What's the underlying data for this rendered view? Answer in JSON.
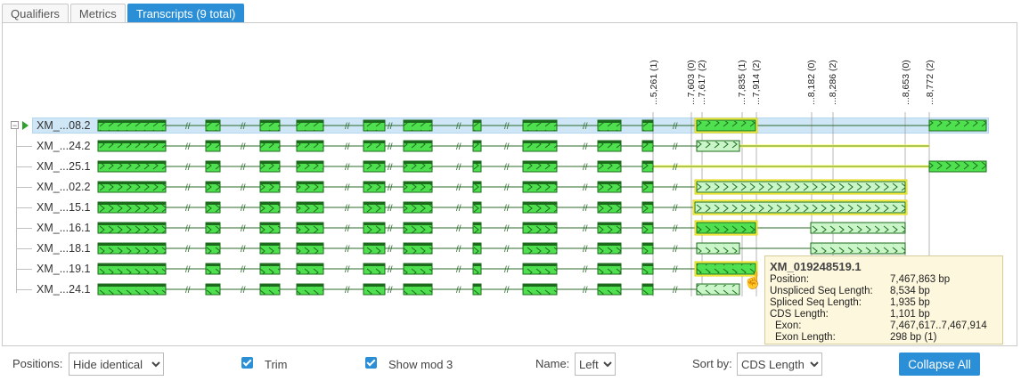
{
  "tabs": [
    {
      "label": "Qualifiers",
      "active": false
    },
    {
      "label": "Metrics",
      "active": false
    },
    {
      "label": "Transcripts (9 total)",
      "active": true
    }
  ],
  "position_labels": [
    {
      "text": "...5,261 (1)"
    },
    {
      "text": "...7,603 (0)"
    },
    {
      "text": "...7,617 (2)"
    },
    {
      "text": "...7,835 (1)"
    },
    {
      "text": "...7,914 (2)"
    },
    {
      "text": "...8,182 (0)"
    },
    {
      "text": "...8,286 (2)"
    },
    {
      "text": "...8,653 (0)"
    },
    {
      "text": "...8,772 (2)"
    }
  ],
  "transcripts": [
    {
      "name": "XM_...08.2",
      "selected": true
    },
    {
      "name": "XM_...24.2",
      "selected": false
    },
    {
      "name": "XM_...25.1",
      "selected": false
    },
    {
      "name": "XM_...02.2",
      "selected": false
    },
    {
      "name": "XM_...15.1",
      "selected": false
    },
    {
      "name": "XM_...16.1",
      "selected": false
    },
    {
      "name": "XM_...18.1",
      "selected": false
    },
    {
      "name": "XM_...19.1",
      "selected": false
    },
    {
      "name": "XM_...24.1",
      "selected": false
    }
  ],
  "tooltip": {
    "title": "XM_019248519.1",
    "rows": [
      {
        "label": "Position:",
        "value": "7,467,863 bp"
      },
      {
        "label": "Unspliced Seq Length:",
        "value": "8,534 bp"
      },
      {
        "label": "Spliced Seq Length:",
        "value": "1,935 bp"
      },
      {
        "label": "CDS Length:",
        "value": "1,101 bp"
      },
      {
        "label": " Exon:",
        "value": "7,467,617..7,467,914"
      },
      {
        "label": " Exon Length:",
        "value": "298 bp (1)"
      }
    ]
  },
  "controls": {
    "positions_label": "Positions:",
    "positions_value": "Hide identical",
    "trim_label": "Trim",
    "trim_checked": true,
    "showmod3_label": "Show mod 3",
    "showmod3_checked": true,
    "name_label": "Name:",
    "name_value": "Left",
    "sortby_label": "Sort by:",
    "sortby_value": "CDS Length",
    "collapse_label": "Collapse All"
  },
  "colors": {
    "exon": "#4fe04f",
    "exon_light": "#c9f5c9",
    "highlight": "#ffff66",
    "accent": "#2b8fd8"
  }
}
